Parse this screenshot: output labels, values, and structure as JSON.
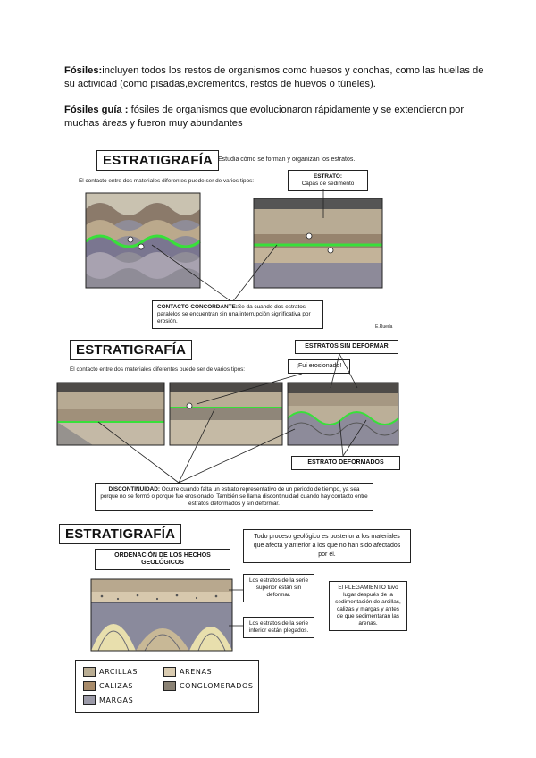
{
  "intro": {
    "fosiles_label": "Fósiles:",
    "fosiles_text": "incluyen todos los restos de organismos como huesos y conchas, como las huellas de su actividad (como pisadas,excrementos, restos de huevos o túneles).",
    "guia_label": "Fósiles guía :",
    "guia_text": " fósiles de organismos que evolucionaron rápidamente y se extendieron por muchas áreas y fueron muy abundantes"
  },
  "panel1": {
    "title": "ESTRATIGRAFÍA",
    "subtitle": "Estudia cómo se forman y organizan los estratos.",
    "note": "El contacto entre dos materiales diferentes puede ser de varios tipos:",
    "estrato_label": "ESTRATO:",
    "estrato_text": "Capas de sedimento",
    "contacto_label": "CONTACTO CONCORDANTE:",
    "contacto_text": "Se da cuando dos estratos paralelos se encuentran sin una interrupción significativa por erosión.",
    "signature": "E.Rueda"
  },
  "panel2": {
    "title": "ESTRATIGRAFÍA",
    "note": "El contacto entre dos materiales diferentes puede ser de varios tipos:",
    "bubble": "¡Fui erosionado!",
    "sin_deformar": "ESTRATOS SIN DEFORMAR",
    "deformados": "ESTRATO DEFORMADOS",
    "disc_label": "DISCONTINUIDAD:",
    "disc_text": "Ocurre cuando falta un estrato representativo de un periodo de tiempo, ya sea porque no se formó o porque fue erosionado. También se llama discontinuidad cuando hay contacto entre estratos deformados y sin deformar."
  },
  "panel3": {
    "title": "ESTRATIGRAFÍA",
    "ordenacion": "ORDENACIÓN DE LOS HECHOS GEOLÓGICOS",
    "proceso": "Todo proceso geológico es posterior a los materiales que afecta y anterior a los que no han sido afectados por él.",
    "superior": "Los estratos de la serie superior están sin deformar.",
    "inferior": "Los estratos de la serie inferior están plegados.",
    "plegamiento": "El PLEGAMIENTO tuvo lugar después de la sedimentación de arcillas, calizas y margas y antes de que sedimentaran las arenas.",
    "legend": [
      {
        "label": "ARCILLAS",
        "color": "#b9ad93"
      },
      {
        "label": "ARENAS",
        "color": "#d9cbb0"
      },
      {
        "label": "CALIZAS",
        "color": "#a88b6a"
      },
      {
        "label": "CONGLOMERADOS",
        "color": "#8a8274"
      },
      {
        "label": "MARGAS",
        "color": "#9b9aa8"
      }
    ]
  }
}
